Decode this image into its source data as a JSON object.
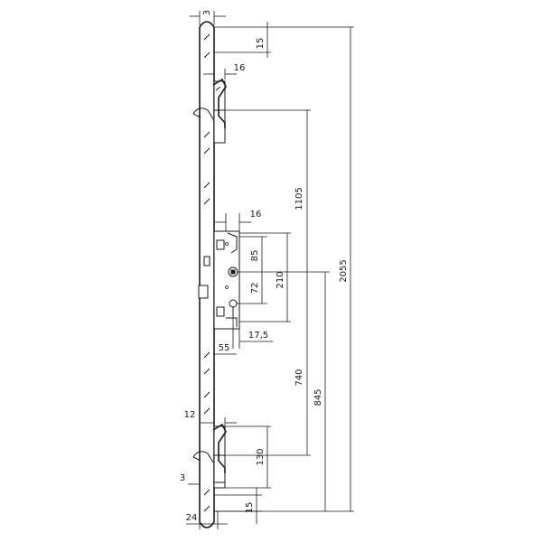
{
  "diagram": {
    "dimensions": {
      "d_3_top": "3",
      "d_15_top": "15",
      "d_16_upper": "16",
      "d_1105": "1105",
      "d_2055": "2055",
      "d_16_mid": "16",
      "d_85": "85",
      "d_72": "72",
      "d_210": "210",
      "d_17_5": "17,5",
      "d_55": "55",
      "d_740": "740",
      "d_845": "845",
      "d_12": "12",
      "d_130": "130",
      "d_3_low": "3",
      "d_15_bottom": "15",
      "d_24": "24"
    }
  }
}
